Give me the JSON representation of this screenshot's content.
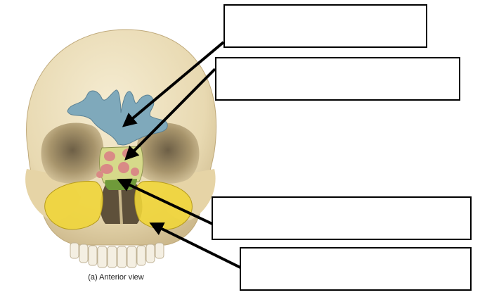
{
  "figure": {
    "caption": "(a) Anterior view"
  },
  "label_boxes": [
    {
      "id": "label-1",
      "text": ""
    },
    {
      "id": "label-2",
      "text": ""
    },
    {
      "id": "label-3",
      "text": ""
    },
    {
      "id": "label-4",
      "text": ""
    }
  ],
  "colors": {
    "bone": "#efe3c4",
    "bone_shadow": "#cdb98c",
    "frontal_sinus": "#7fa9bb",
    "ethmoid_sinus_region": "#d6d98a",
    "ethmoid_cells": "#d98a86",
    "maxillary_sinus": "#f0d53a",
    "sphenoid_region": "#6f9a3a",
    "arrow": "#000000",
    "box_border": "#000000"
  }
}
